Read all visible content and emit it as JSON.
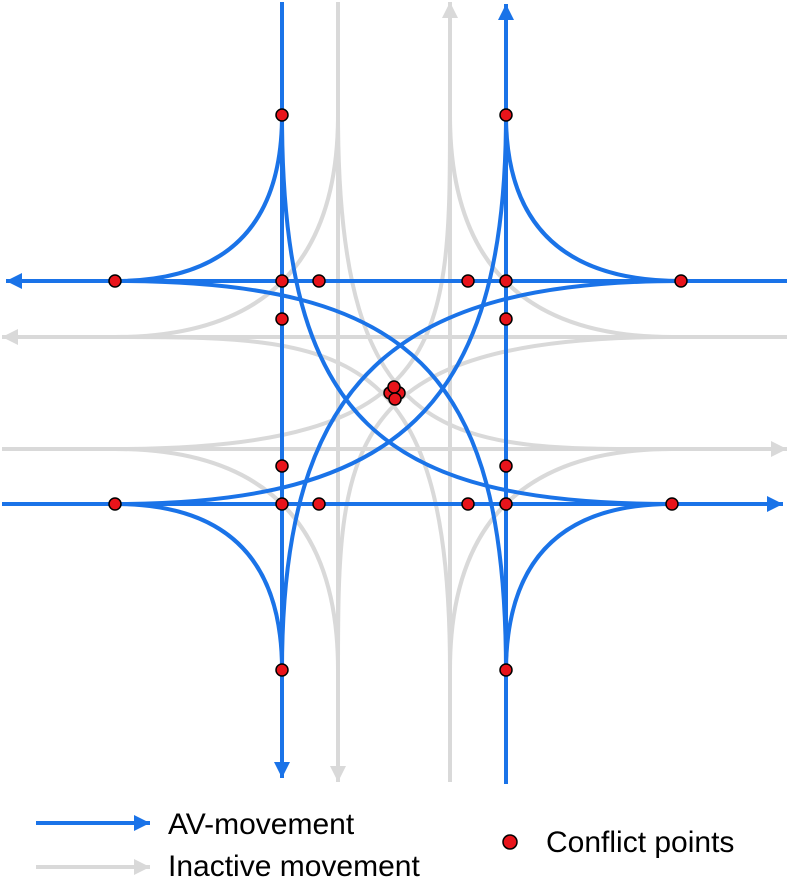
{
  "colors": {
    "active": "#1a73e8",
    "inactive": "#d9d9d9",
    "conflict_fill": "#e8141b",
    "conflict_stroke": "#000000",
    "background": "#ffffff"
  },
  "legend": {
    "active_label": "AV-movement",
    "inactive_label": "Inactive movement",
    "conflict_label": "Conflict points"
  }
}
